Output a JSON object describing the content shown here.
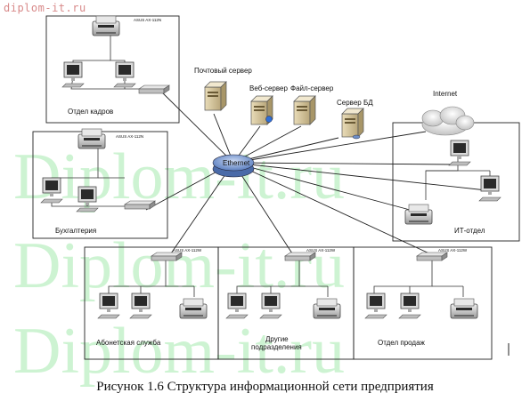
{
  "watermark": {
    "top": "diplom-it.ru",
    "big": "Diplom-it.ru"
  },
  "hub": "Ethernet",
  "servers": {
    "mail": "Почтовый сервер",
    "web": "Веб-сервер",
    "file": "Файл-сервер",
    "db": "Сервер БД"
  },
  "internet": "Internet",
  "departments": {
    "hr": "Отдел кадров",
    "accounting": "Бухгалтерия",
    "it": "ИТ-отдел",
    "subscription": "Абонетская служба",
    "other_line1": "Другие",
    "other_line2": "подразделения",
    "sales": "Отдел продаж"
  },
  "printer_model": "ASUS AX-112N",
  "switch_model": "ASUS AX-112W",
  "caption": "Рисунок 1.6  Структура информационной сети предприятия"
}
